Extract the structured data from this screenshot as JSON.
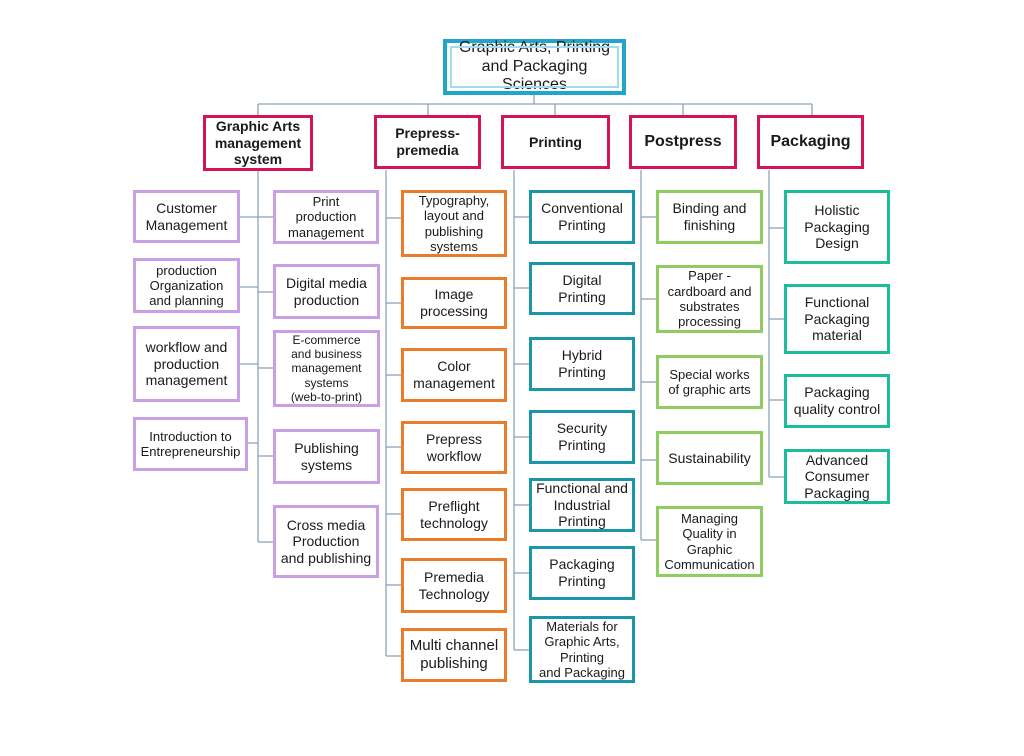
{
  "root": {
    "label": "Graphic Arts, Printing\nand Packaging Sciences"
  },
  "categories": [
    {
      "label": "Graphic Arts\nmanagement\nsystem",
      "color": "#d4145a"
    },
    {
      "label": "Prepress-\npremedia",
      "color": "#d4145a"
    },
    {
      "label": "Printing",
      "color": "#d4145a"
    },
    {
      "label": "Postpress",
      "color": "#d4145a"
    },
    {
      "label": "Packaging",
      "color": "#d4145a"
    }
  ],
  "management": {
    "left": [
      "Customer\nManagement",
      "production\nOrganization\nand planning",
      "workflow and\nproduction\nmanagement",
      "Introduction to\nEntrepreneurship"
    ],
    "right": [
      "Print\nproduction\nmanagement",
      "Digital media\nproduction",
      "E-commerce\nand business\nmanagement\nsystems\n(web-to-print)",
      "Publishing\nsystems",
      "Cross media\nProduction\nand publishing"
    ],
    "color": "#c9a0e6"
  },
  "prepress": {
    "items": [
      "Typography,\nlayout and\npublishing\nsystems",
      "Image\nprocessing",
      "Color\nmanagement",
      "Prepress\nworkflow",
      "Preflight\ntechnology",
      "Premedia\nTechnology",
      "Multi channel\npublishing"
    ],
    "color": "#e87c2a"
  },
  "printing": {
    "items": [
      "Conventional\nPrinting",
      "Digital\nPrinting",
      "Hybrid\nPrinting",
      "Security\nPrinting",
      "Functional and\nIndustrial\nPrinting",
      "Packaging\nPrinting",
      "Materials for\nGraphic Arts,\nPrinting\nand Packaging"
    ],
    "color": "#1a96aa"
  },
  "postpress": {
    "items": [
      "Binding and\nfinishing",
      "Paper -\ncardboard and\nsubstrates\nprocessing",
      "Special works\nof graphic arts",
      "Sustainability",
      "Managing\nQuality in\nGraphic\nCommunication"
    ],
    "color": "#90cc62"
  },
  "packaging": {
    "items": [
      "Holistic\nPackaging\nDesign",
      "Functional\nPackaging\nmaterial",
      "Packaging\nquality control",
      "Advanced\nConsumer\nPackaging"
    ],
    "color": "#1fbc9c"
  }
}
